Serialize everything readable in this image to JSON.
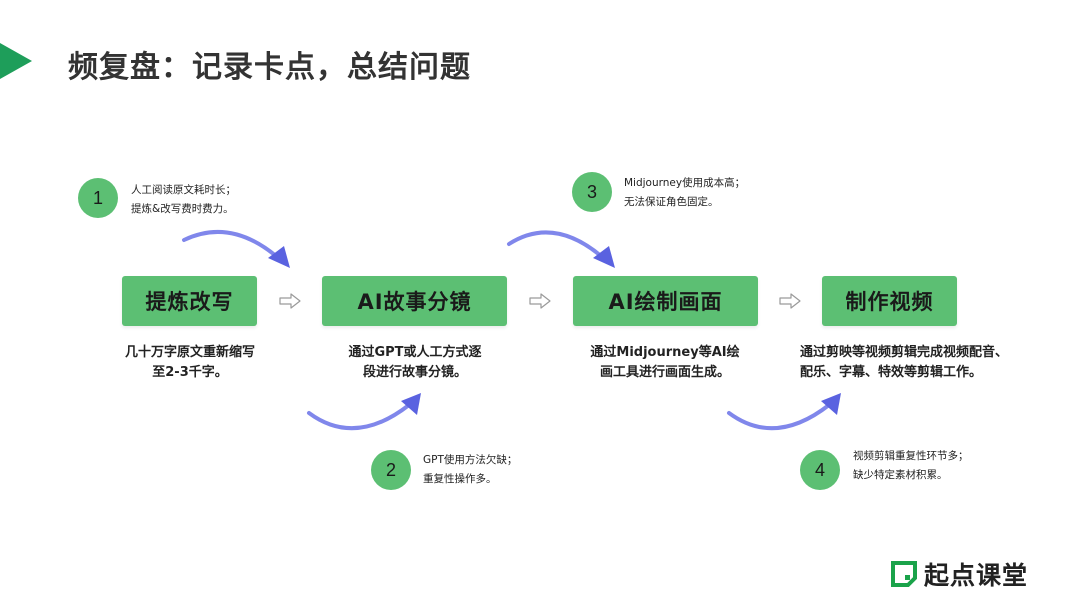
{
  "header": {
    "title": "频复盘：记录卡点，总结问题"
  },
  "steps": [
    {
      "label": "提炼改写",
      "desc_line1": "几十万字原文重新缩写",
      "desc_line2": "至2-3千字。"
    },
    {
      "label": "AI故事分镜",
      "desc_line1": "通过GPT或人工方式逐",
      "desc_line2": "段进行故事分镜。"
    },
    {
      "label": "AI绘制画面",
      "desc_line1": "通过Midjourney等AI绘",
      "desc_line2": "画工具进行画面生成。"
    },
    {
      "label": "制作视频",
      "desc_line1": "通过剪映等视频剪辑完成视频配音、",
      "desc_line2": "配乐、字幕、特效等剪辑工作。"
    }
  ],
  "notes": [
    {
      "number": "1",
      "line1": "人工阅读原文耗时长；",
      "line2": "提炼&改写费时费力。"
    },
    {
      "number": "2",
      "line1": "GPT使用方法欠缺；",
      "line2": "重复性操作多。"
    },
    {
      "number": "3",
      "line1": "Midjourney使用成本高；",
      "line2": "无法保证角色固定。"
    },
    {
      "number": "4",
      "line1": "视频剪辑重复性环节多；",
      "line2": "缺少特定素材积累。"
    }
  ],
  "logo": {
    "text": "起点课堂"
  },
  "colors": {
    "accent": "#1e9e5a",
    "box": "#5cbf73",
    "curve": "#6a72e8"
  }
}
